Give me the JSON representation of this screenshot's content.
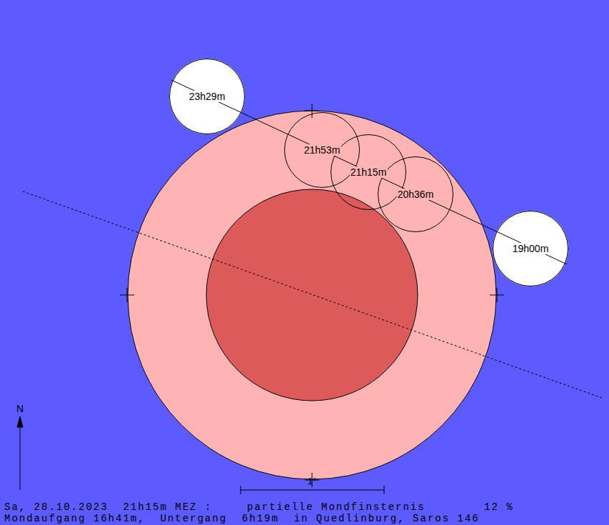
{
  "diagram": {
    "nodes": [
      {
        "text": [
          "23h29m"
        ]
      },
      {
        "text": [
          "21h53m"
        ]
      },
      {
        "text": [
          "21h15m"
        ]
      },
      {
        "text": [
          "20h36m"
        ]
      },
      {
        "text": [
          "19h00m"
        ]
      }
    ],
    "labels": [
      "N",
      "1°",
      "Sa, 28.10.2023  21h15m MEZ :",
      "partielle Mondfinsternis",
      "12 %",
      "Mondaufgang 16h41m,  Untergang  6h19m  in Quedlinburg, Saros 146"
    ]
  }
}
